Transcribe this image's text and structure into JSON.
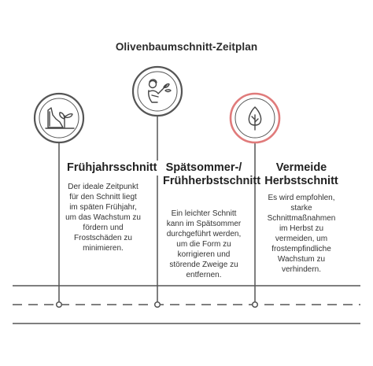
{
  "title": "Olivenbaumschnitt-Zeitplan",
  "accent_color": "#e07b7b",
  "line_color": "#555555",
  "steps": [
    {
      "icon": "plant-on-hill-icon",
      "title": "Frühjahrsschnitt",
      "description": "Der ideale Zeitpunkt für den Schnitt liegt im späten Frühjahr, um das Wachstum zu fördern und Frostschäden zu minimieren."
    },
    {
      "icon": "gardener-icon",
      "title": "Spätsommer-/ Frühherbstschnitt",
      "description": "Ein leichter Schnitt kann im Spätsommer durchgeführt werden, um die Form zu korrigieren und störende Zweige zu entfernen."
    },
    {
      "icon": "tree-icon",
      "title": "Vermeide Herbstschnitt",
      "description": "Es wird empfohlen, starke Schnittmaßnahmen im Herbst zu vermeiden, um frostempfindliche Wachstum zu verhindern."
    }
  ]
}
